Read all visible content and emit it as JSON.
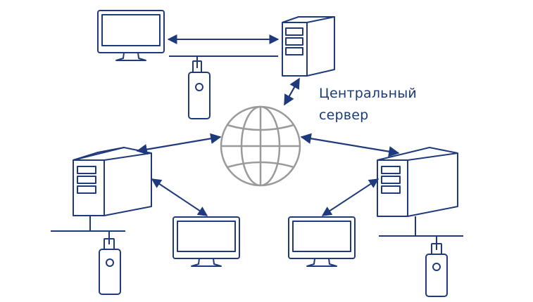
{
  "diagram": {
    "central_server_label_line1": "Центральный",
    "central_server_label_line2": "сервер"
  },
  "colors": {
    "stroke": "#1f3a7c",
    "globe": "#9a9a9a",
    "text": "#1a3a78",
    "background": "#ffffff"
  },
  "icons": {
    "node": [
      "monitor-icon",
      "server-tower-icon",
      "usb-key-icon",
      "network-bus-line"
    ],
    "center": "globe-icon"
  }
}
